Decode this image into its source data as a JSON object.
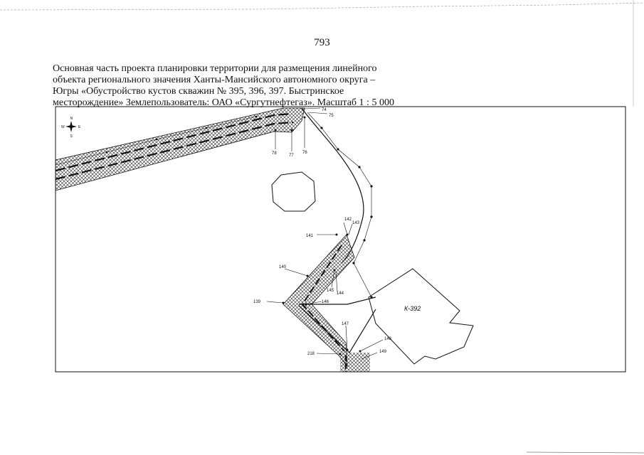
{
  "page": {
    "number": "793"
  },
  "caption": {
    "lines": [
      "Основная часть проекта планировки территории для размещения линейного",
      "объекта регионального значения Ханты-Мансийского автономного округа –",
      "Югры «Обустройство кустов скважин № 395, 396, 397. Быстринское",
      "месторождение» Землепользователь: ОАО «Сургутнефтегаз». Масштаб 1 : 5 000"
    ]
  },
  "map": {
    "compass": {
      "north": "N",
      "south": "S",
      "west": "W",
      "east": "E"
    },
    "pad_label": "К-392",
    "point_labels": [
      "74",
      "75",
      "76",
      "77",
      "78",
      "139",
      "140",
      "141",
      "142",
      "143",
      "144",
      "145",
      "146",
      "147",
      "148",
      "149",
      "218"
    ]
  }
}
